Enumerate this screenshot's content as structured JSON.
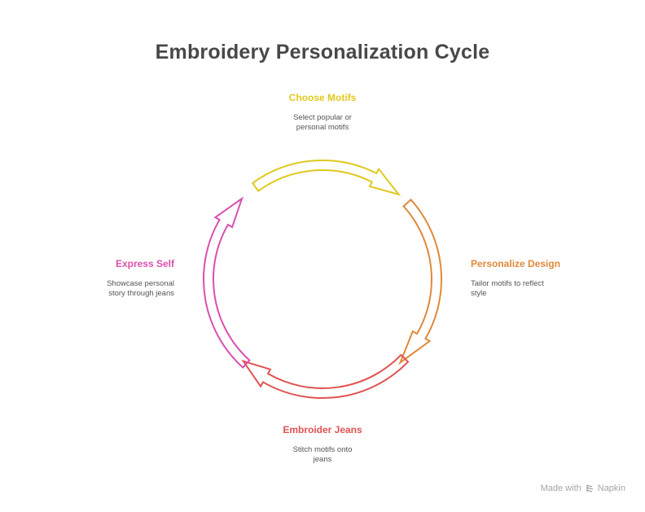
{
  "title": "Embroidery Personalization Cycle",
  "steps": [
    {
      "label": "Choose Motifs",
      "description": "Select popular or personal motifs",
      "color": "#E0C91E"
    },
    {
      "label": "Personalize Design",
      "description": "Tailor motifs to reflect style",
      "color": "#E0893A"
    },
    {
      "label": "Embroider Jeans",
      "description": "Stitch motifs onto jeans",
      "color": "#E05252"
    },
    {
      "label": "Express Self",
      "description": "Showcase personal story through jeans",
      "color": "#DB4FAE"
    }
  ],
  "footer": {
    "made_with": "Made with",
    "brand": "Napkin"
  }
}
